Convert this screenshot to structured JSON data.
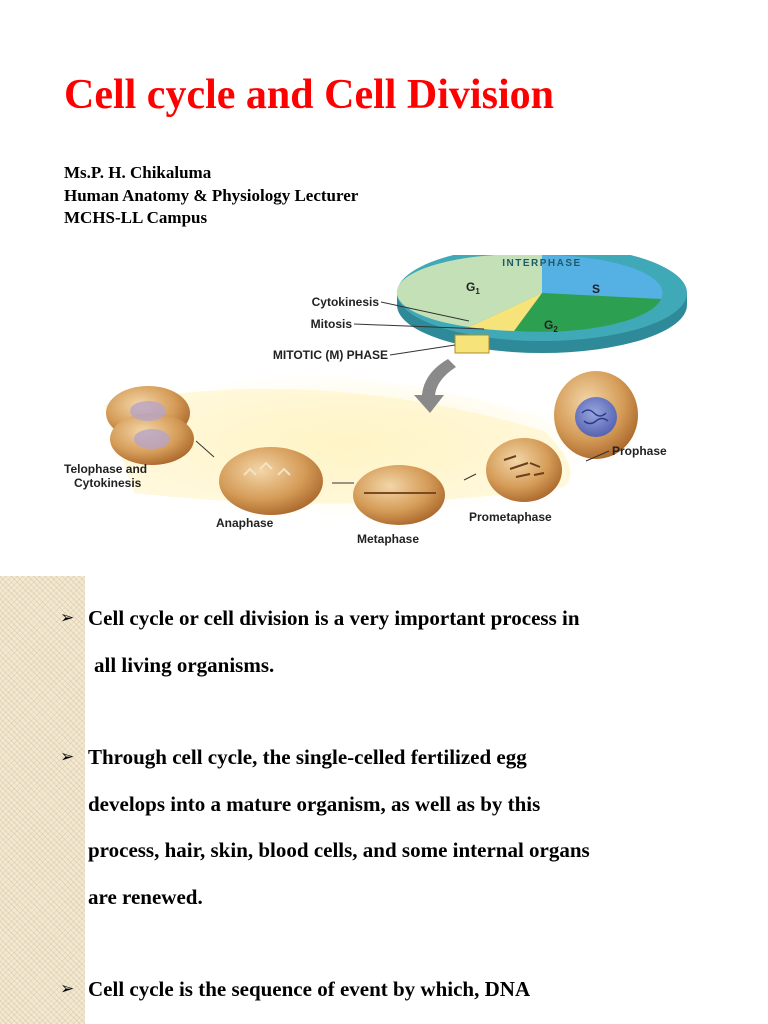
{
  "title": "Cell cycle and Cell Division",
  "author": {
    "name": "Ms.P. H. Chikaluma",
    "role": "Human Anatomy & Physiology Lecturer",
    "campus": "MCHS-LL Campus"
  },
  "figure": {
    "interphase": "INTERPHASE",
    "g1": "G",
    "s": "S",
    "g2": "G",
    "g1_sub": "1",
    "g2_sub": "2",
    "cytokinesis": "Cytokinesis",
    "mitosis": "Mitosis",
    "m_phase": "MITOTIC (M) PHASE",
    "prophase": "Prophase",
    "prometaphase": "Prometaphase",
    "metaphase": "Metaphase",
    "anaphase": "Anaphase",
    "telophase_1": "Telophase and",
    "telophase_2": "Cytokinesis"
  },
  "bullets": [
    {
      "lines": [
        "Cell cycle or cell division is a very important process in",
        "all living organisms."
      ]
    },
    {
      "lines": [
        "Through cell cycle, the single-celled fertilized egg",
        "develops into a mature organism, as well as by this",
        "process, hair, skin, blood cells, and some internal organs",
        "are renewed."
      ]
    },
    {
      "lines": [
        "Cell cycle is the sequence of event by which, DNA"
      ]
    }
  ],
  "colors": {
    "title": "#ff0000",
    "g1": "#c3e0b6",
    "s": "#55b0e4",
    "g2": "#2ca050",
    "m_phase": "#f6e47a",
    "ring": "#3fa9b7",
    "cell": "#d59c58",
    "sidebar": "#f3e9d2"
  },
  "icons": {
    "bullet": "arrowhead-bullet-icon"
  }
}
